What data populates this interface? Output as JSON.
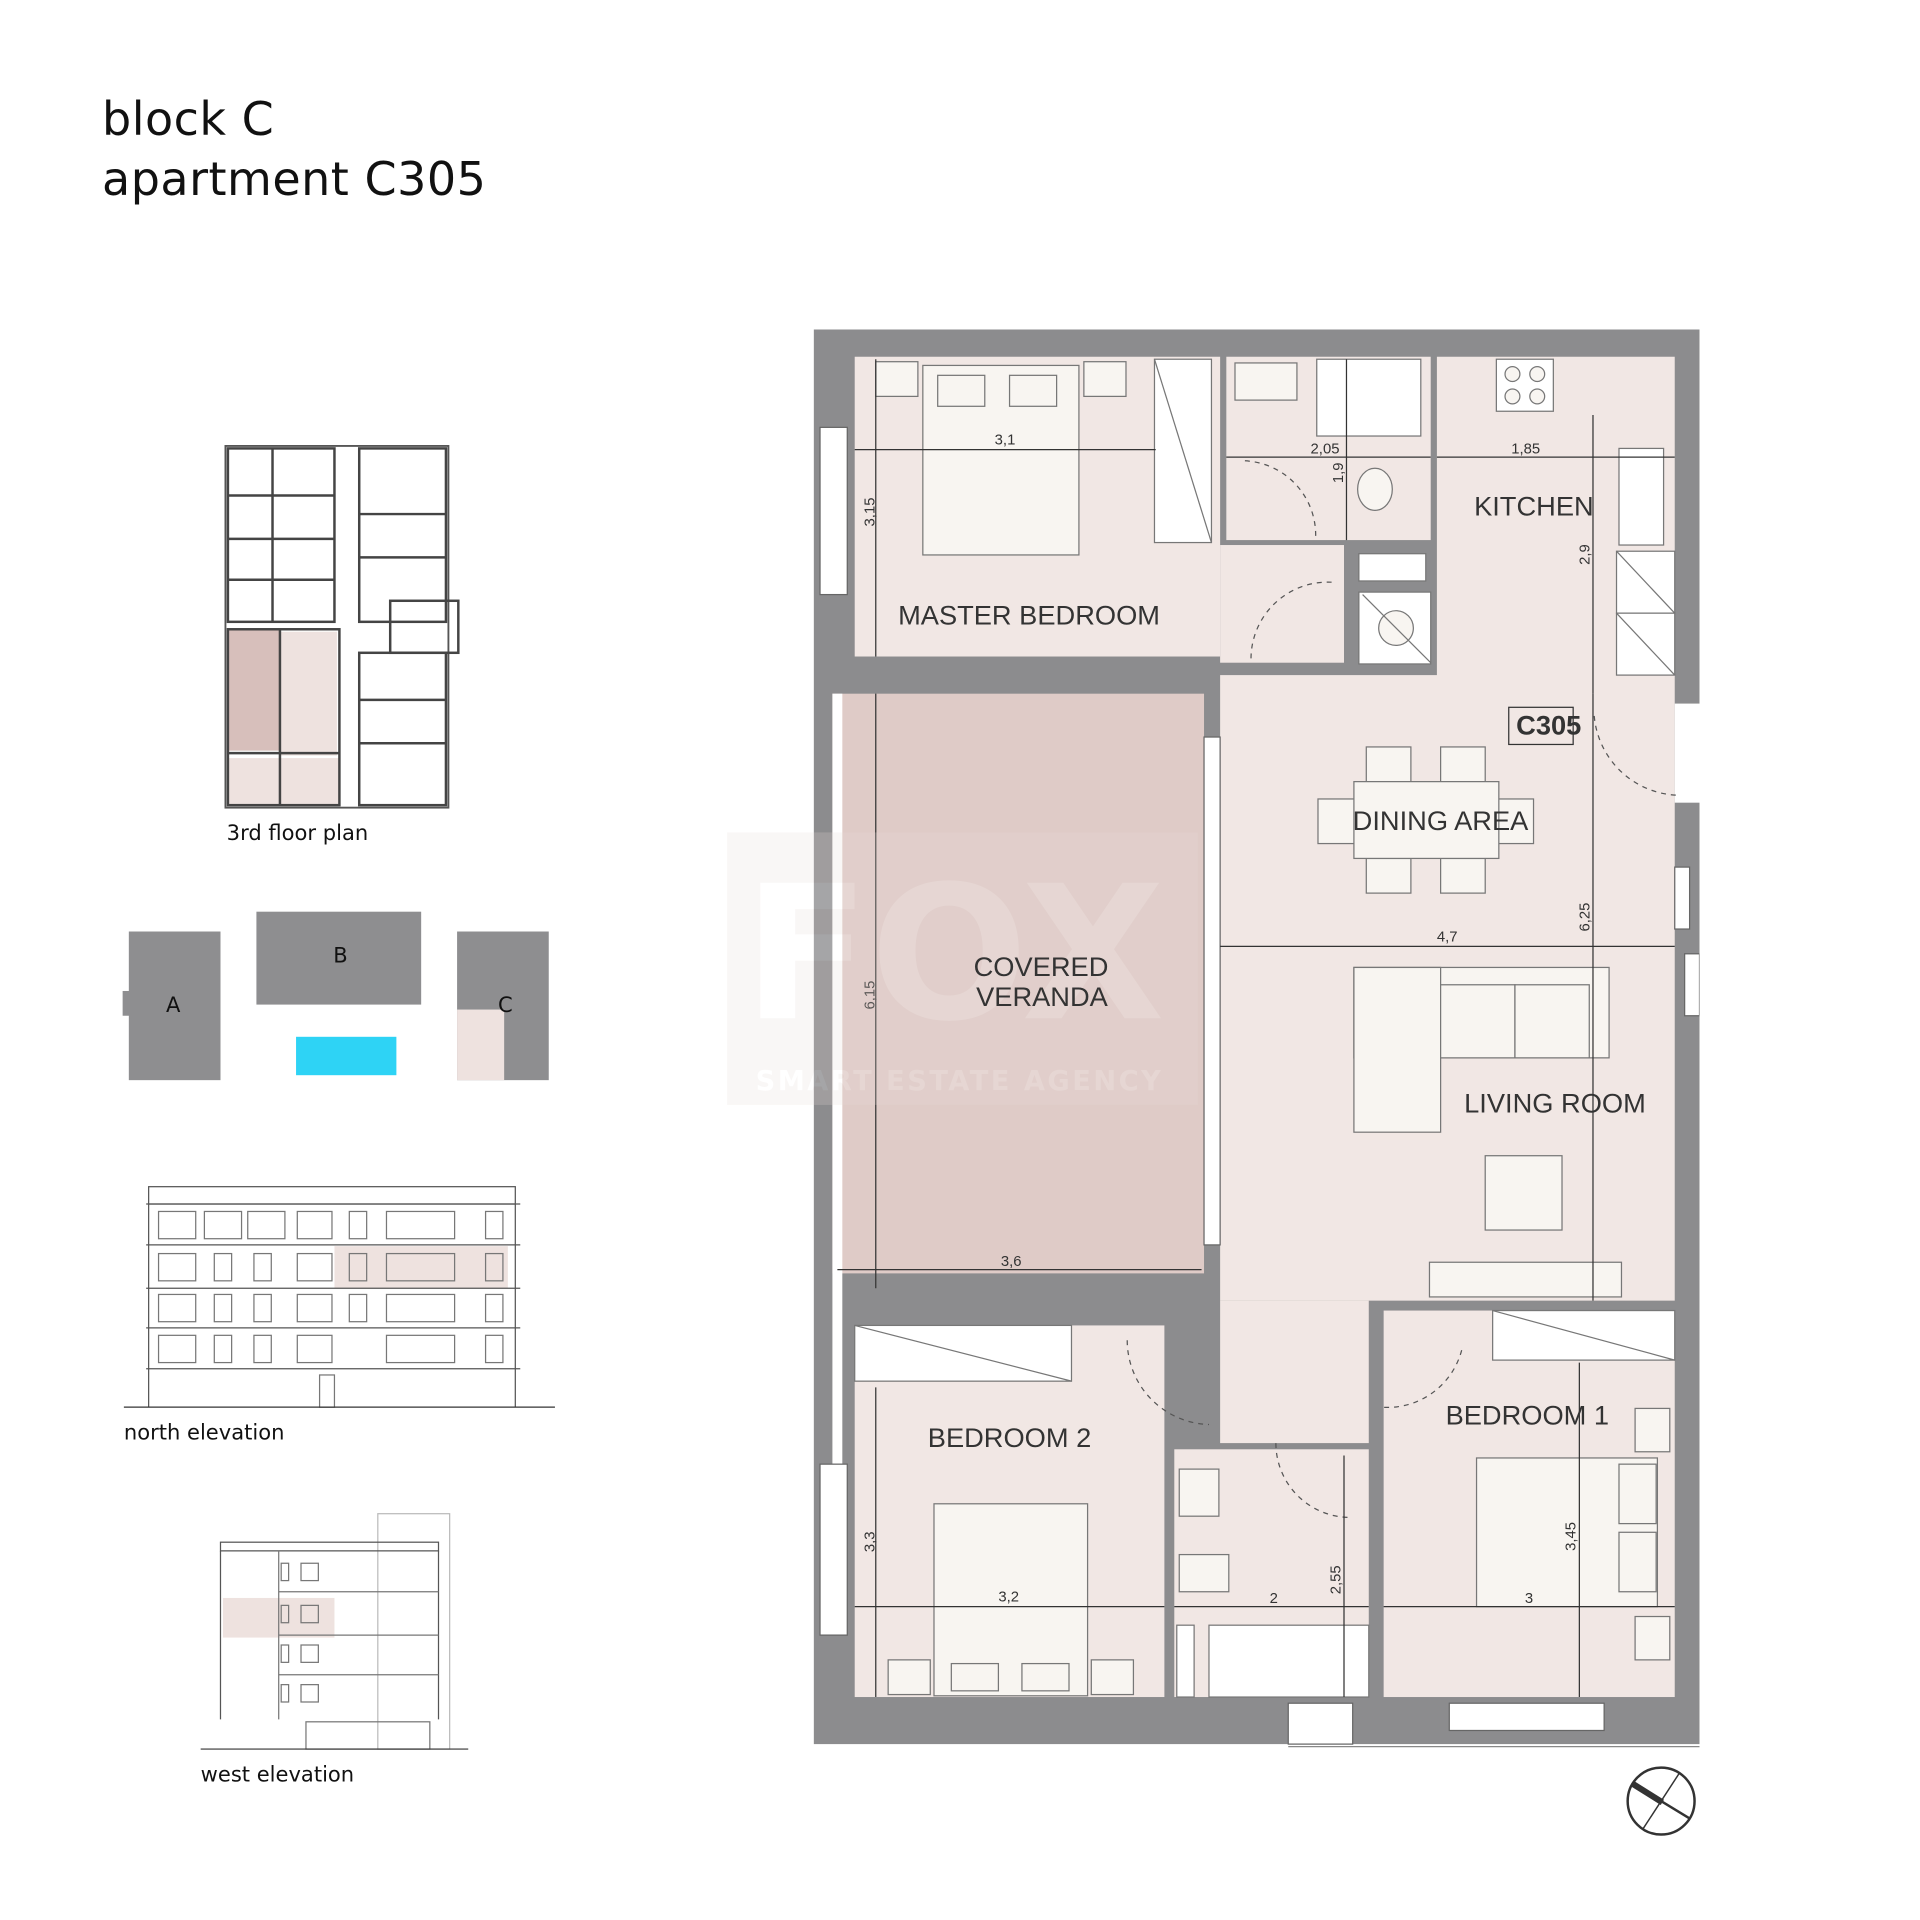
{
  "header": {
    "block": "block C",
    "apartment": "apartment C305"
  },
  "key_plans": {
    "floor_plan_caption": "3rd floor plan",
    "site_blocks": [
      "A",
      "B",
      "C"
    ],
    "north_elevation_caption": "north elevation",
    "west_elevation_caption": "west elevation"
  },
  "plan": {
    "unit_tag": "C305",
    "rooms": {
      "master_bedroom": "MASTER BEDROOM",
      "kitchen": "KITCHEN",
      "dining": "DINING AREA",
      "veranda_1": "COVERED",
      "veranda_2": "VERANDA",
      "living": "LIVING ROOM",
      "bedroom2": "BEDROOM 2",
      "bedroom1": "BEDROOM 1"
    },
    "dimensions": {
      "master_w": "3,1",
      "master_h": "3,15",
      "bath_w": "2,05",
      "bath_h": "1,9",
      "kitchen_w": "1,85",
      "kitchen_h": "2,9",
      "living_w": "4,7",
      "living_h": "6,25",
      "veranda_w": "3,6",
      "veranda_h": "6,15",
      "bed2_w": "3,2",
      "bed2_h": "3,3",
      "bath2_w": "2",
      "bath2_h": "2,55",
      "bed1_w": "3",
      "bed1_h": "3,45"
    },
    "watermark": {
      "logo": "FOX",
      "tagline": "SMART ESTATE AGENCY"
    }
  },
  "colors": {
    "wall": "#8c8c8e",
    "room": "#f1e7e4",
    "veranda": "#dfcbc7",
    "pool": "#2ed3f5",
    "furniture": "#f8f5f1"
  }
}
